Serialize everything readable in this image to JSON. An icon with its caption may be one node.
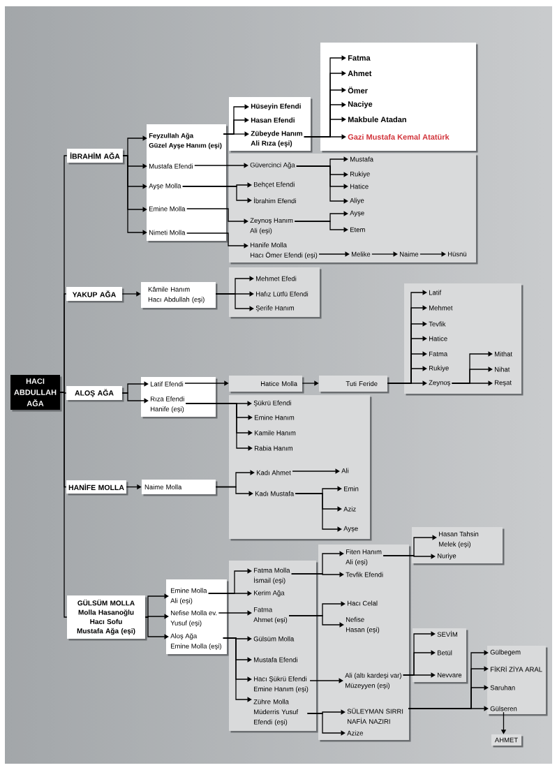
{
  "diagram": {
    "nodes": [
      {
        "text": [
          "HACI ABDULLAH AĞA"
        ]
      },
      {
        "text": [
          "İBRAHİM AĞA"
        ]
      },
      {
        "text": [],
        "shape": "box"
      },
      {
        "text": [
          "Feyzullah Ağa",
          "Güzel Ayşe Hanım (eşi)"
        ],
        "in": 2
      },
      {
        "text": [
          "Mustafa Efendi"
        ],
        "in": 2
      },
      {
        "text": [
          "Ayşe Molla"
        ],
        "in": 2
      },
      {
        "text": [
          "Emine Molla"
        ],
        "in": 2
      },
      {
        "text": [
          "Nimeti Molla"
        ],
        "in": 2
      },
      {
        "text": [],
        "shape": "box"
      },
      {
        "text": [
          "Hüseyin Efendi"
        ],
        "in": 8
      },
      {
        "text": [
          "Hasan Efendi"
        ],
        "in": 8
      },
      {
        "text": [
          "Zübeyde Hanım",
          "Ali Rıza (eşi)"
        ],
        "in": 8
      },
      {
        "text": [],
        "shape": "box"
      },
      {
        "text": [
          "Fatma"
        ],
        "in": 12
      },
      {
        "text": [
          "Ahmet"
        ],
        "in": 12
      },
      {
        "text": [
          "Ömer"
        ],
        "in": 12
      },
      {
        "text": [
          "Naciye"
        ],
        "in": 12
      },
      {
        "text": [
          "Makbule Atadan"
        ],
        "in": 12
      },
      {
        "text": [
          "Gazi Mustafa Kemal Atatürk"
        ],
        "in": 12
      },
      {
        "text": [],
        "shape": "box"
      },
      {
        "text": [
          "Güvercinci Ağa"
        ],
        "in": 19
      },
      {
        "text": [
          "Mustafa"
        ],
        "in": 19
      },
      {
        "text": [
          "Rukiye"
        ],
        "in": 19
      },
      {
        "text": [
          "Hatice"
        ],
        "in": 19
      },
      {
        "text": [
          "Aliye"
        ],
        "in": 19
      },
      {
        "text": [
          "Behçet Efendi"
        ],
        "in": 19
      },
      {
        "text": [
          "İbrahim Efendi"
        ],
        "in": 19
      },
      {
        "text": [
          "Zeynoş Hanım",
          "Ali (eşi)"
        ],
        "in": 19
      },
      {
        "text": [
          "Ayşe"
        ],
        "in": 19
      },
      {
        "text": [
          "Etem"
        ],
        "in": 19
      },
      {
        "text": [
          "Hanife Molla",
          "Hacı Ömer Efendi (eşi)"
        ],
        "in": 19
      },
      {
        "text": [
          "Melike"
        ],
        "in": 19
      },
      {
        "text": [
          "Naime"
        ],
        "in": 19
      },
      {
        "text": [
          "Hüsnü"
        ],
        "in": 19
      },
      {
        "text": [
          "YAKUP AĞA"
        ]
      },
      {
        "text": [
          "Kâmile Hanım",
          "Hacı Abdullah (eşi)"
        ]
      },
      {
        "text": [],
        "shape": "box"
      },
      {
        "text": [
          "Mehmet Efedi"
        ],
        "in": 36
      },
      {
        "text": [
          "Hafız Lütfü Efendi"
        ],
        "in": 36
      },
      {
        "text": [
          "Şerife Hanım"
        ],
        "in": 36
      },
      {
        "text": [
          "ALOŞ AĞA"
        ]
      },
      {
        "text": [],
        "shape": "box"
      },
      {
        "text": [
          "Latif Efendi"
        ],
        "in": 41
      },
      {
        "text": [
          "Rıza Efendi",
          "Hanife (eşi)"
        ],
        "in": 41
      },
      {
        "text": [
          "Hatice Molla"
        ]
      },
      {
        "text": [
          "Tuti Feride"
        ]
      },
      {
        "text": [],
        "shape": "box"
      },
      {
        "text": [
          "Latif"
        ],
        "in": 46
      },
      {
        "text": [
          "Mehmet"
        ],
        "in": 46
      },
      {
        "text": [
          "Tevfik"
        ],
        "in": 46
      },
      {
        "text": [
          "Hatice"
        ],
        "in": 46
      },
      {
        "text": [
          "Fatma"
        ],
        "in": 46
      },
      {
        "text": [
          "Rukiye"
        ],
        "in": 46
      },
      {
        "text": [
          "Zeynoş"
        ],
        "in": 46
      },
      {
        "text": [
          "Mithat"
        ],
        "in": 46
      },
      {
        "text": [
          "Nihat"
        ],
        "in": 46
      },
      {
        "text": [
          "Reşat"
        ],
        "in": 46
      },
      {
        "text": [],
        "shape": "box"
      },
      {
        "text": [
          "Şükrü Efendi"
        ],
        "in": 57
      },
      {
        "text": [
          "Emine Hanım"
        ],
        "in": 57
      },
      {
        "text": [
          "Kamile Hanım"
        ],
        "in": 57
      },
      {
        "text": [
          "Rabia Hanım"
        ],
        "in": 57
      },
      {
        "text": [
          "HANİFE MOLLA"
        ]
      },
      {
        "text": [
          "Naime Molla"
        ]
      },
      {
        "text": [
          "Kadı Ahmet"
        ],
        "in": 57
      },
      {
        "text": [
          "Kadı Mustafa"
        ],
        "in": 57
      },
      {
        "text": [
          "Ali"
        ],
        "in": 57
      },
      {
        "text": [
          "Emin"
        ],
        "in": 57
      },
      {
        "text": [
          "Aziz"
        ],
        "in": 57
      },
      {
        "text": [
          "Ayşe"
        ],
        "in": 57
      },
      {
        "text": [
          "GÜLSÜM MOLLA",
          "Molla Hasanoğlu Hacı Sofu Mustafa Ağa (eşi)"
        ]
      },
      {
        "text": [],
        "shape": "box"
      },
      {
        "text": [
          "Emine Molla",
          "Ali (eşi)"
        ],
        "in": 71
      },
      {
        "text": [
          "Nefise Molla ev.",
          "Yusuf (eşi)"
        ],
        "in": 71
      },
      {
        "text": [
          "Aloş Ağa",
          "Emine Molla (eşi)"
        ],
        "in": 71
      },
      {
        "text": [],
        "shape": "box"
      },
      {
        "text": [
          "Fatma Molla",
          "İsmail (eşi)"
        ],
        "in": 75
      },
      {
        "text": [
          "Kerim Ağa"
        ],
        "in": 75
      },
      {
        "text": [
          "Fatma",
          "Ahmet (eşi)"
        ],
        "in": 75
      },
      {
        "text": [
          "Gülsüm Molla"
        ],
        "in": 75
      },
      {
        "text": [
          "Mustafa Efendi"
        ],
        "in": 75
      },
      {
        "text": [
          "Hacı Şükrü Efendi",
          "Emine Hanım (eşi)"
        ],
        "in": 75
      },
      {
        "text": [
          "Zühre Molla",
          "Müderris Yusuf Efendi (eşi)"
        ],
        "in": 75
      },
      {
        "text": [],
        "shape": "box"
      },
      {
        "text": [
          "Fiten Hanım",
          "Ali (eşi)"
        ],
        "in": 83
      },
      {
        "text": [
          "Tevfik Efendi"
        ],
        "in": 83
      },
      {
        "text": [
          "Hacı Celal"
        ],
        "in": 83
      },
      {
        "text": [
          "Nefise",
          "Hasan (eşi)"
        ],
        "in": 83
      },
      {
        "text": [
          "Ali (altı kardeşi var)",
          "Müzeyyen (eşi)"
        ],
        "in": 83
      },
      {
        "text": [
          "SÜLEYMAN SIRRI NAFİA NAZIRI"
        ],
        "in": 83
      },
      {
        "text": [
          "Azize"
        ],
        "in": 83
      },
      {
        "text": [],
        "shape": "box"
      },
      {
        "text": [
          "Hasan Tahsin",
          "Melek (eşi)"
        ],
        "in": 91
      },
      {
        "text": [
          "Nuriye"
        ],
        "in": 91
      },
      {
        "text": [],
        "shape": "box"
      },
      {
        "text": [
          "SEVİM"
        ],
        "in": 94
      },
      {
        "text": [
          "Betül"
        ],
        "in": 94
      },
      {
        "text": [
          "Nevvare"
        ],
        "in": 94
      },
      {
        "text": [],
        "shape": "box"
      },
      {
        "text": [
          "Gülbegem"
        ],
        "in": 98
      },
      {
        "text": [
          "FİKRİ ZİYA ARAL"
        ],
        "in": 98
      },
      {
        "text": [
          "Saruhan"
        ],
        "in": 98
      },
      {
        "text": [
          "Gülseren"
        ],
        "in": 98
      },
      {
        "text": [
          "AHMET"
        ]
      }
    ],
    "edges": [
      {
        "from": 0,
        "to": 1,
        "arrow": "none"
      },
      {
        "from": 0,
        "to": 34,
        "arrow": "none"
      },
      {
        "from": 0,
        "to": 40,
        "arrow": "none"
      },
      {
        "from": 0,
        "to": 62,
        "arrow": "none"
      },
      {
        "from": 0,
        "to": 70,
        "arrow": "none"
      },
      {
        "from": 1,
        "to": 3,
        "arrow": "to"
      },
      {
        "from": 1,
        "to": 4,
        "arrow": "to"
      },
      {
        "from": 1,
        "to": 5,
        "arrow": "to"
      },
      {
        "from": 1,
        "to": 6,
        "arrow": "to"
      },
      {
        "from": 1,
        "to": 7,
        "arrow": "to"
      },
      {
        "from": 3,
        "to": 9,
        "arrow": "to"
      },
      {
        "from": 3,
        "to": 10,
        "arrow": "to"
      },
      {
        "from": 3,
        "to": 11,
        "arrow": "to"
      },
      {
        "from": 11,
        "to": 13,
        "arrow": "to"
      },
      {
        "from": 11,
        "to": 14,
        "arrow": "to"
      },
      {
        "from": 11,
        "to": 15,
        "arrow": "to"
      },
      {
        "from": 11,
        "to": 16,
        "arrow": "to"
      },
      {
        "from": 11,
        "to": 17,
        "arrow": "to"
      },
      {
        "from": 11,
        "to": 18,
        "arrow": "to"
      },
      {
        "from": 4,
        "to": 20,
        "arrow": "to"
      },
      {
        "from": 20,
        "to": 21,
        "arrow": "to"
      },
      {
        "from": 20,
        "to": 22,
        "arrow": "to"
      },
      {
        "from": 20,
        "to": 23,
        "arrow": "to"
      },
      {
        "from": 20,
        "to": 24,
        "arrow": "to"
      },
      {
        "from": 5,
        "to": 25,
        "arrow": "to"
      },
      {
        "from": 5,
        "to": 26,
        "arrow": "to"
      },
      {
        "from": 6,
        "to": 27,
        "arrow": "to"
      },
      {
        "from": 27,
        "to": 28,
        "arrow": "to"
      },
      {
        "from": 27,
        "to": 29,
        "arrow": "to"
      },
      {
        "from": 7,
        "to": 30,
        "arrow": "to"
      },
      {
        "from": 30,
        "to": 31,
        "arrow": "to"
      },
      {
        "from": 31,
        "to": 32,
        "arrow": "to"
      },
      {
        "from": 32,
        "to": 33,
        "arrow": "to"
      },
      {
        "from": 34,
        "to": 35,
        "arrow": "to"
      },
      {
        "from": 35,
        "to": 37,
        "arrow": "to"
      },
      {
        "from": 35,
        "to": 38,
        "arrow": "to"
      },
      {
        "from": 35,
        "to": 39,
        "arrow": "to"
      },
      {
        "from": 40,
        "to": 42,
        "arrow": "to"
      },
      {
        "from": 40,
        "to": 43,
        "arrow": "to"
      },
      {
        "from": 42,
        "to": 44,
        "arrow": "to"
      },
      {
        "from": 44,
        "to": 45,
        "arrow": "to"
      },
      {
        "from": 45,
        "to": 47,
        "arrow": "to"
      },
      {
        "from": 45,
        "to": 48,
        "arrow": "to"
      },
      {
        "from": 45,
        "to": 49,
        "arrow": "to"
      },
      {
        "from": 45,
        "to": 50,
        "arrow": "to"
      },
      {
        "from": 45,
        "to": 51,
        "arrow": "to"
      },
      {
        "from": 45,
        "to": 52,
        "arrow": "to"
      },
      {
        "from": 45,
        "to": 53,
        "arrow": "to"
      },
      {
        "from": 53,
        "to": 54,
        "arrow": "to"
      },
      {
        "from": 53,
        "to": 55,
        "arrow": "to"
      },
      {
        "from": 53,
        "to": 56,
        "arrow": "to"
      },
      {
        "from": 43,
        "to": 58,
        "arrow": "to"
      },
      {
        "from": 43,
        "to": 59,
        "arrow": "to"
      },
      {
        "from": 43,
        "to": 60,
        "arrow": "to"
      },
      {
        "from": 43,
        "to": 61,
        "arrow": "to"
      },
      {
        "from": 62,
        "to": 63,
        "arrow": "to"
      },
      {
        "from": 63,
        "to": 64,
        "arrow": "to"
      },
      {
        "from": 63,
        "to": 65,
        "arrow": "to"
      },
      {
        "from": 64,
        "to": 66,
        "arrow": "to"
      },
      {
        "from": 65,
        "to": 67,
        "arrow": "to"
      },
      {
        "from": 65,
        "to": 68,
        "arrow": "to"
      },
      {
        "from": 65,
        "to": 69,
        "arrow": "to"
      },
      {
        "from": 70,
        "to": 72,
        "arrow": "to"
      },
      {
        "from": 70,
        "to": 73,
        "arrow": "to"
      },
      {
        "from": 70,
        "to": 74,
        "arrow": "to"
      },
      {
        "from": 72,
        "to": 76,
        "arrow": "to"
      },
      {
        "from": 72,
        "to": 77,
        "arrow": "to"
      },
      {
        "from": 73,
        "to": 78,
        "arrow": "to"
      },
      {
        "from": 74,
        "to": 79,
        "arrow": "to"
      },
      {
        "from": 74,
        "to": 80,
        "arrow": "to"
      },
      {
        "from": 74,
        "to": 81,
        "arrow": "to"
      },
      {
        "from": 74,
        "to": 82,
        "arrow": "to"
      },
      {
        "from": 76,
        "to": 84,
        "arrow": "to"
      },
      {
        "from": 76,
        "to": 85,
        "arrow": "to"
      },
      {
        "from": 78,
        "to": 86,
        "arrow": "to"
      },
      {
        "from": 78,
        "to": 87,
        "arrow": "to"
      },
      {
        "from": 81,
        "to": 88,
        "arrow": "to"
      },
      {
        "from": 82,
        "to": 89,
        "arrow": "to"
      },
      {
        "from": 82,
        "to": 90,
        "arrow": "to"
      },
      {
        "from": 84,
        "to": 92,
        "arrow": "to"
      },
      {
        "from": 84,
        "to": 93,
        "arrow": "to"
      },
      {
        "from": 88,
        "to": 95,
        "arrow": "to"
      },
      {
        "from": 88,
        "to": 96,
        "arrow": "to"
      },
      {
        "from": 88,
        "to": 97,
        "arrow": "to"
      },
      {
        "from": 89,
        "to": 99,
        "arrow": "to"
      },
      {
        "from": 89,
        "to": 100,
        "arrow": "to"
      },
      {
        "from": 89,
        "to": 101,
        "arrow": "to"
      },
      {
        "from": 89,
        "to": 102,
        "arrow": "to"
      },
      {
        "from": 102,
        "to": 103,
        "arrow": "to"
      }
    ]
  }
}
